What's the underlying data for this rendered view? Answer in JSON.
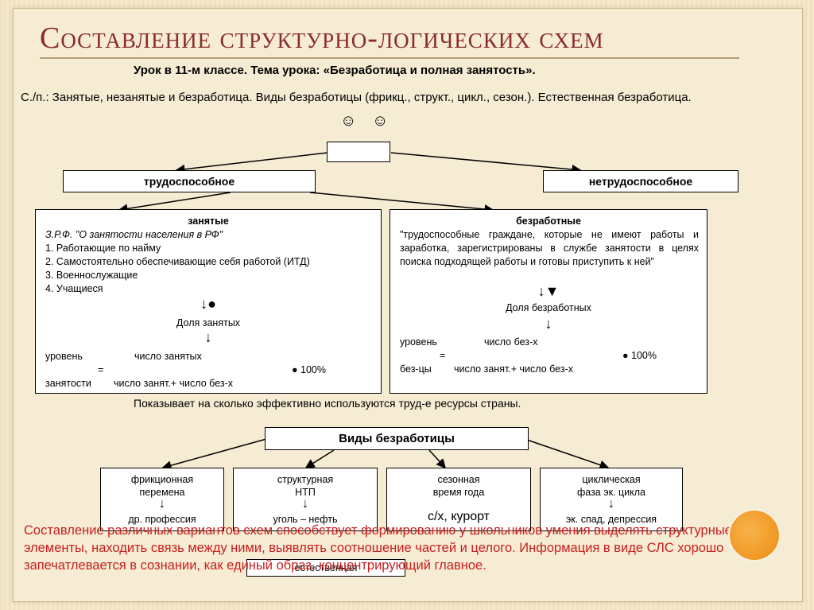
{
  "slide": {
    "title": "Составление структурно-логических схем",
    "subtitle": "Урок в 11-м классе. Тема урока: «Безработица и полная занятость».",
    "topics": "С./п.: Занятые, незанятые и безработица. Виды безработицы (фрикц., структ., цикл., сезон.). Естественная безработица."
  },
  "diagram": {
    "population": {
      "icon": "person-icon",
      "glyph": "☺"
    },
    "able": "трудоспособное",
    "unable": "нетрудоспособное",
    "employed": {
      "title": "занятые",
      "law": "З.Р.Ф. \"О занятости  населения в РФ\"",
      "items": [
        "1.  Работающие по найму",
        "2. Самостоятельно обеспечивающие себя работой (ИТД)",
        "3.  Военнослужащие",
        "4.  Учащиеся"
      ],
      "arrow": "↓●",
      "share": "Доля занятых",
      "arrow2": "↓",
      "formula": {
        "left_top": "уровень",
        "eq": "=",
        "left_bottom": "занятости",
        "numerator": "число занятых",
        "denominator": "число занят.+ число без-х",
        "pct": "● 100%"
      }
    },
    "unemployed": {
      "title": "безработные",
      "definition": "\"трудоспособные граждане, которые не имеют работы и заработка, зарегистрированы в службе занятости в целях поиска подходящей работы и готовы приступить к ней\"",
      "arrow": "↓▼",
      "share": "Доля безработных",
      "arrow2": "↓",
      "formula": {
        "left_top": "уровень",
        "eq": "=",
        "left_bottom": "без-цы",
        "numerator": "число без-х",
        "denominator": "число занят.+ число без-х",
        "pct": "● 100%"
      }
    },
    "shows": "Показывает на сколько эффективно используются труд-е ресурсы страны.",
    "types_title": "Виды безработицы",
    "types": [
      {
        "name": "фрикционная",
        "cause": "перемена",
        "arrow": "↓",
        "example": "др. профессия"
      },
      {
        "name": "структурная",
        "cause": "НТП",
        "arrow": "↓",
        "example": "уголь – нефть"
      },
      {
        "name": "сезонная",
        "cause": "время года",
        "arrow": "",
        "example": "с/х,  курорт"
      },
      {
        "name": "циклическая",
        "cause": "фаза эк. цикла",
        "arrow": "↓",
        "example": "эк. спад, депрессия"
      }
    ],
    "natural": "естественная"
  },
  "note": "Составление различных вариантов схем способствует формированию у школьников умения выделять структурные элементы, находить связь между ними, выявлять соотношение частей и целого. Информация в виде СЛС хорошо запечатлевается в сознании, как единый образ, концентрирующий главное.",
  "colors": {
    "title": "#8a2a2a",
    "note": "#c81e1e",
    "accent": "#ee8d13"
  }
}
